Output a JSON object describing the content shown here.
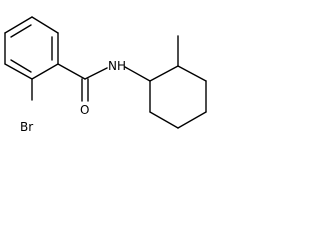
{
  "molecule": {
    "atoms": {
      "nh": "NH",
      "o": "O",
      "br": "Br"
    }
  }
}
